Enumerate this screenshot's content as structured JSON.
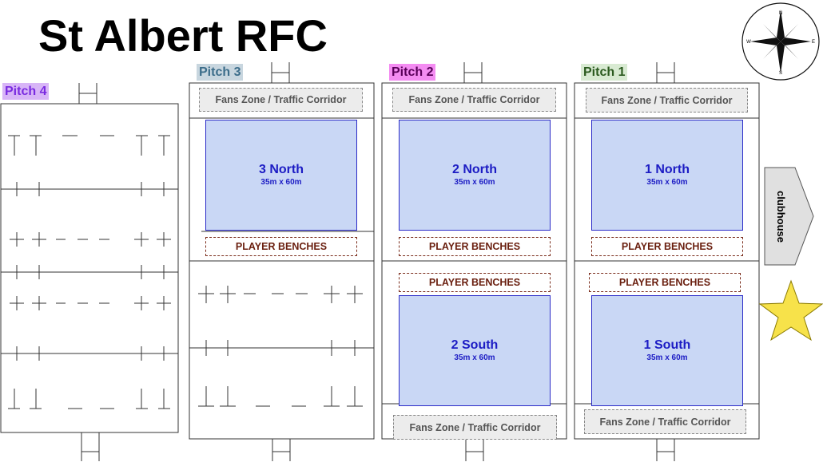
{
  "title": "St Albert RFC",
  "colors": {
    "pitch4": "#c58cf2",
    "pitch3": "#b7cbd6",
    "pitch2": "#f47cf2",
    "pitch1": "#d8ead2",
    "zone_fill": "#c9d7f5",
    "zone_text": "#1c1cc4",
    "bench_text": "#6a1f0f",
    "star": "#f7e24a"
  },
  "pitches": {
    "p4": {
      "label": "Pitch 4"
    },
    "p3": {
      "label": "Pitch 3",
      "fans_top": "Fans Zone / Traffic Corridor",
      "north": {
        "name": "3 North",
        "dim": "35m x 60m"
      },
      "bench_north": "PLAYER BENCHES"
    },
    "p2": {
      "label": "Pitch 2",
      "fans_top": "Fans Zone / Traffic Corridor",
      "north": {
        "name": "2 North",
        "dim": "35m x 60m"
      },
      "bench_north": "PLAYER BENCHES",
      "bench_south": "PLAYER BENCHES",
      "south": {
        "name": "2 South",
        "dim": "35m x 60m"
      },
      "fans_bottom": "Fans Zone / Traffic Corridor"
    },
    "p1": {
      "label": "Pitch 1",
      "fans_top": "Fans Zone / Traffic Corridor",
      "north": {
        "name": "1 North",
        "dim": "35m x 60m"
      },
      "bench_north": "PLAYER BENCHES",
      "bench_south": "PLAYER BENCHES",
      "south": {
        "name": "1 South",
        "dim": "35m x 60m"
      },
      "fans_bottom": "Fans Zone / Traffic Corridor"
    }
  },
  "clubhouse": "clubhouse",
  "compass": {
    "n": "N",
    "s": "S",
    "e": "E",
    "w": "W"
  }
}
